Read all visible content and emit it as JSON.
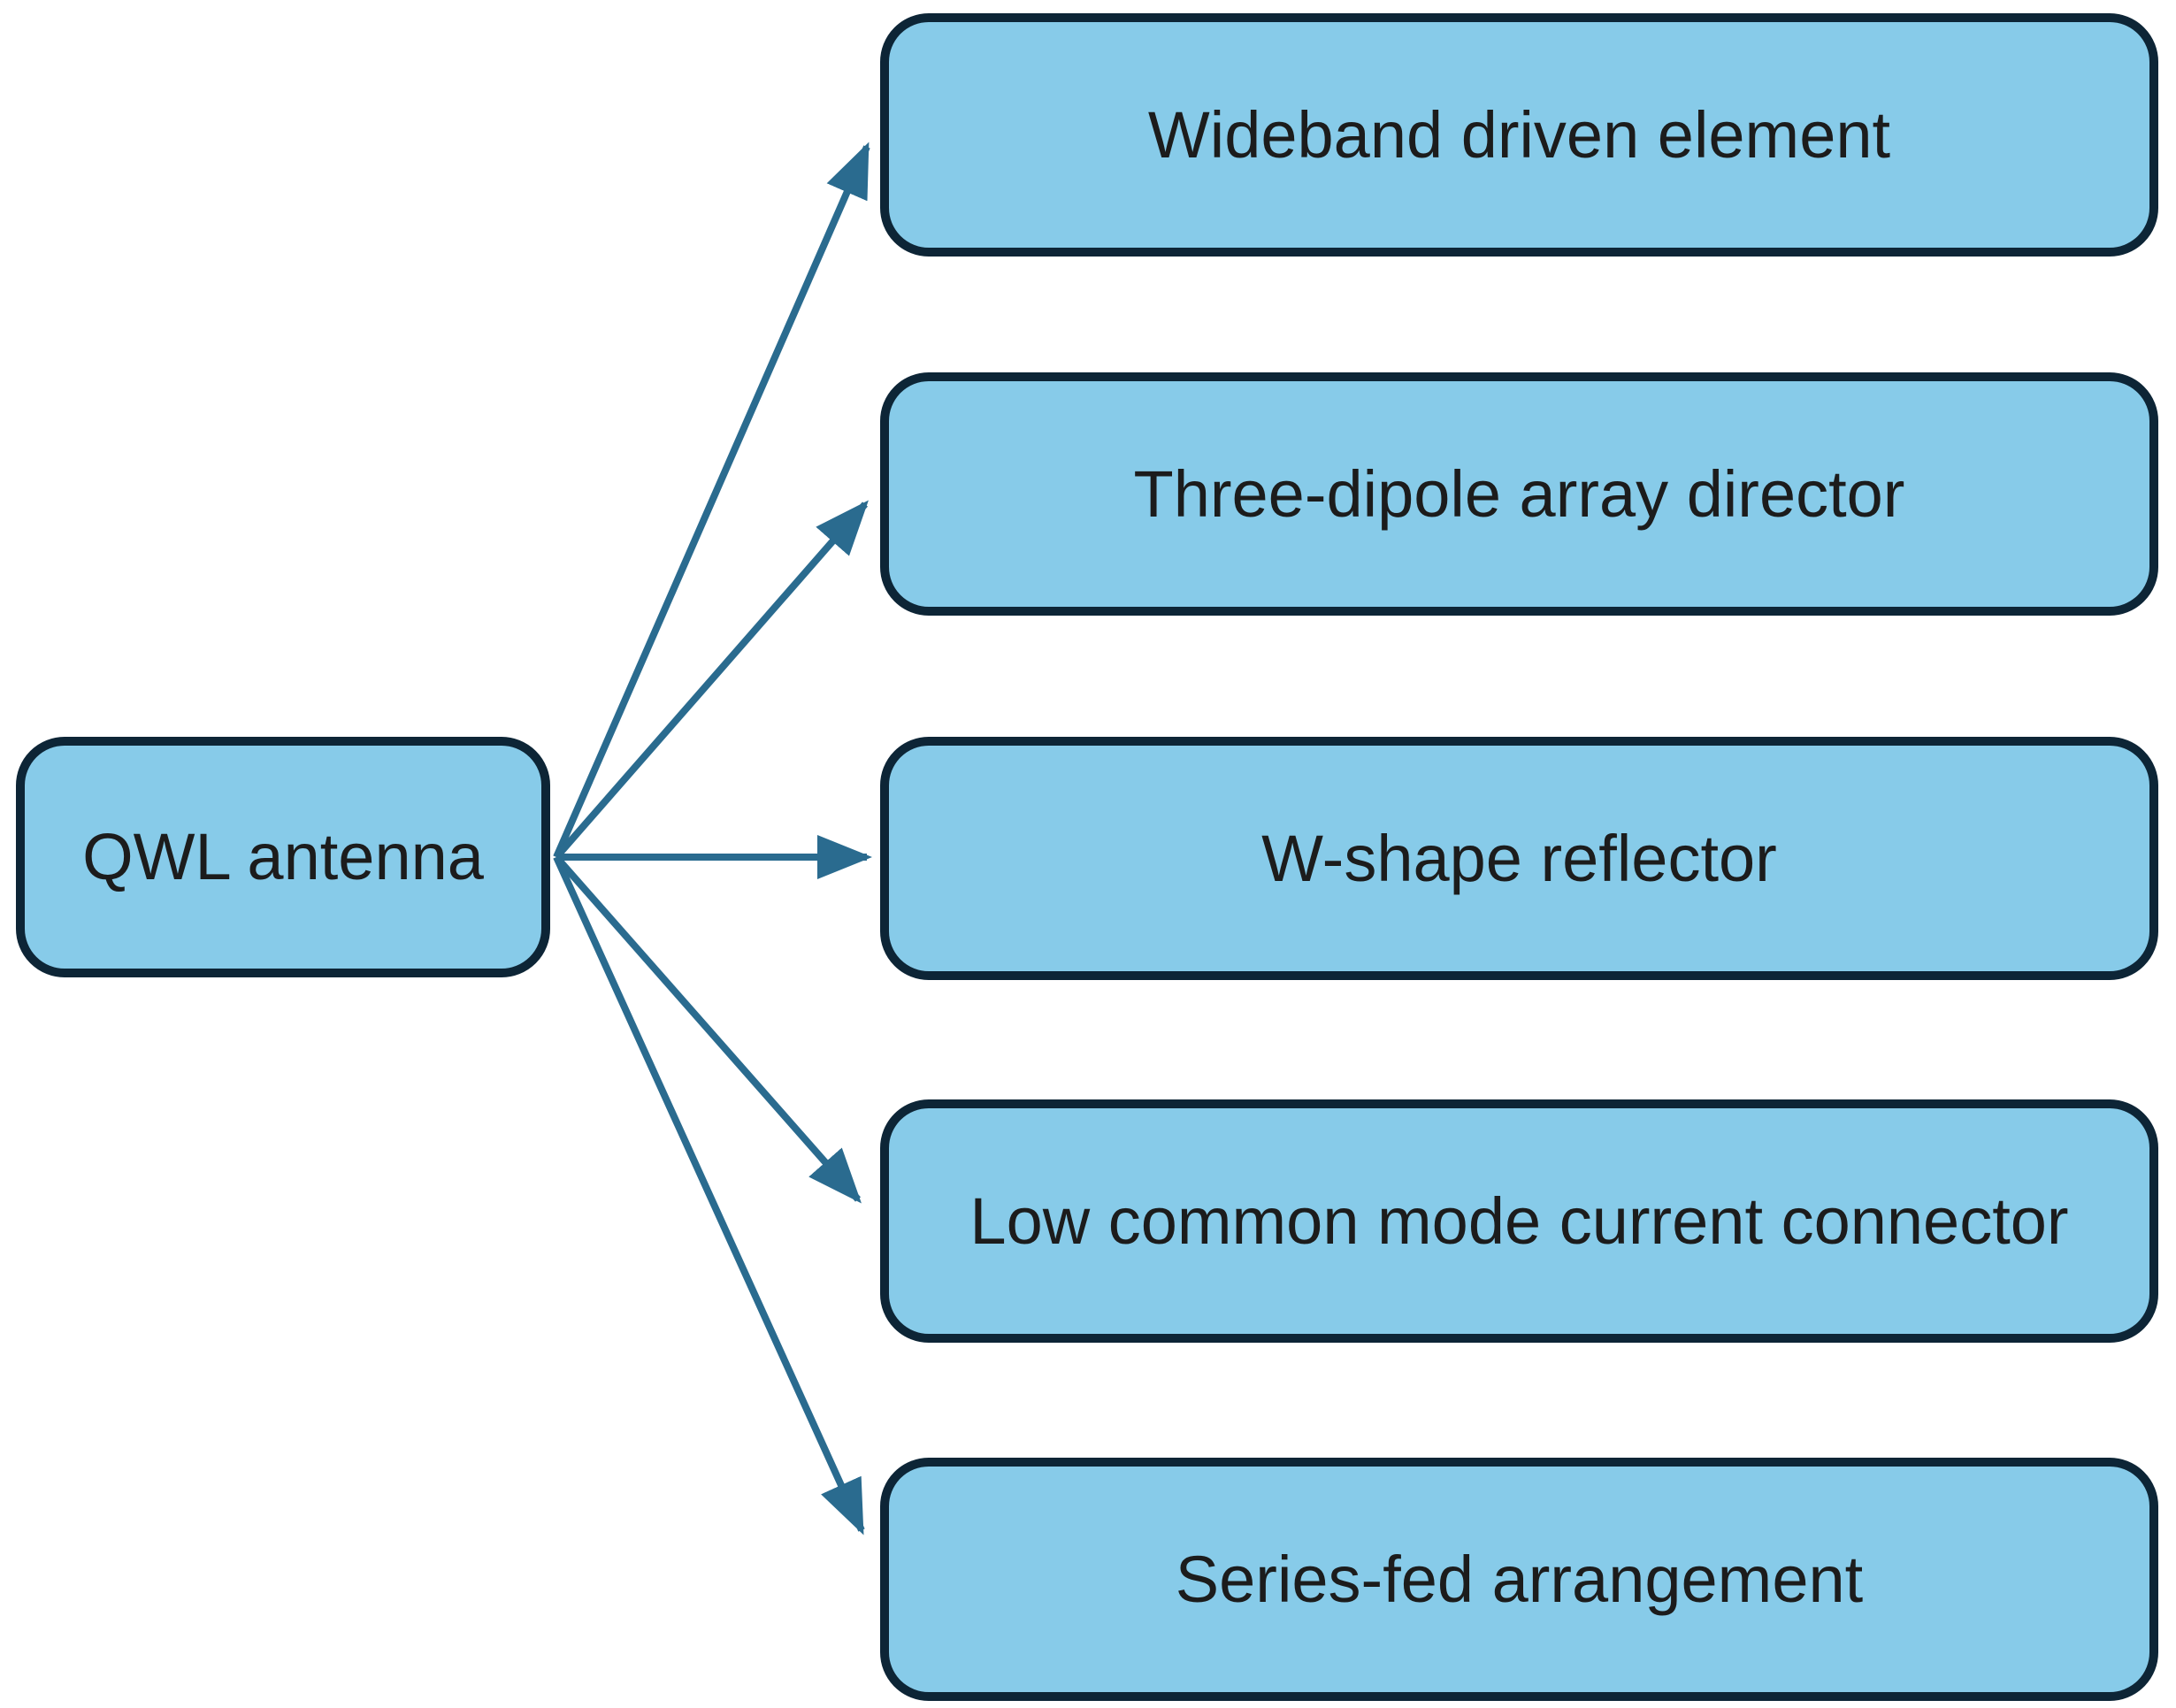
{
  "diagram": {
    "root": {
      "label": "QWL antenna"
    },
    "targets": [
      {
        "label": "Wideband driven element"
      },
      {
        "label": "Three-dipole array director"
      },
      {
        "label": "W-shape reflector"
      },
      {
        "label": "Low common mode current connector"
      },
      {
        "label": "Series-fed arrangement"
      }
    ],
    "colors": {
      "node_fill": "#87CBE9",
      "node_border": "#0D2536",
      "arrow": "#2A6B8F",
      "text": "#1C1C1C",
      "background": "#FFFFFF"
    }
  }
}
